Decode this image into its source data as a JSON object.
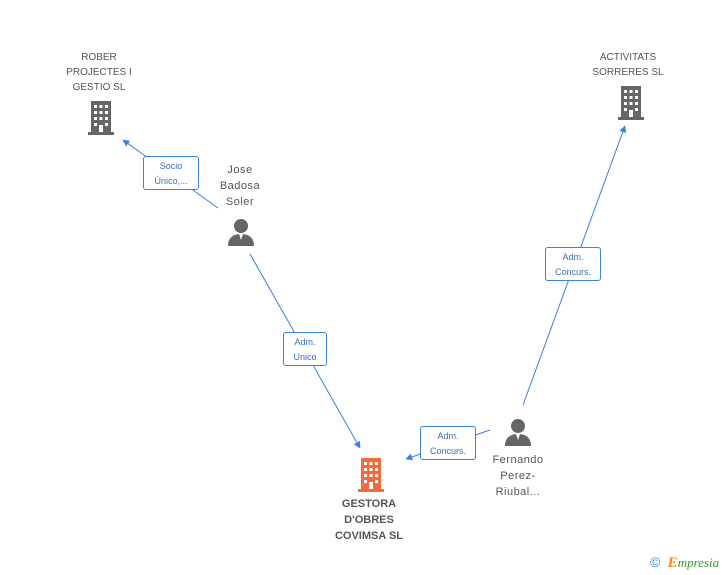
{
  "colors": {
    "edge": "#3b83d6",
    "company_icon": "#666666",
    "focus_company_icon": "#f26b3c",
    "person_icon": "#666666"
  },
  "nodes": {
    "rober": {
      "type": "company",
      "icon": "building-icon",
      "lines": [
        "ROBER",
        "PROJECTES I",
        "GESTIO SL"
      ]
    },
    "activitats": {
      "type": "company",
      "icon": "building-icon",
      "lines": [
        "ACTIVITATS",
        "SORRERES SL"
      ]
    },
    "jose": {
      "type": "person",
      "icon": "person-icon",
      "lines": [
        "Jose",
        "Badosa",
        "Soler"
      ]
    },
    "fernando": {
      "type": "person",
      "icon": "person-icon",
      "lines": [
        "Fernando",
        "Perez-",
        "Riubal..."
      ]
    },
    "gestora": {
      "type": "company",
      "icon": "building-icon",
      "focus": true,
      "lines": [
        "GESTORA",
        "D'OBRES",
        "COVIMSA SL"
      ]
    }
  },
  "edges": [
    {
      "from": "jose",
      "to": "rober",
      "lines": [
        "Socio",
        "Único,..."
      ]
    },
    {
      "from": "jose",
      "to": "gestora",
      "lines": [
        "Adm.",
        "Unico"
      ]
    },
    {
      "from": "fernando",
      "to": "activitats",
      "lines": [
        "Adm.",
        "Concurs."
      ]
    },
    {
      "from": "fernando",
      "to": "gestora",
      "lines": [
        "Adm.",
        "Concurs."
      ]
    }
  ],
  "footer": {
    "copyright_symbol": "©",
    "brand_initial": "E",
    "brand_rest": "mpresia"
  }
}
